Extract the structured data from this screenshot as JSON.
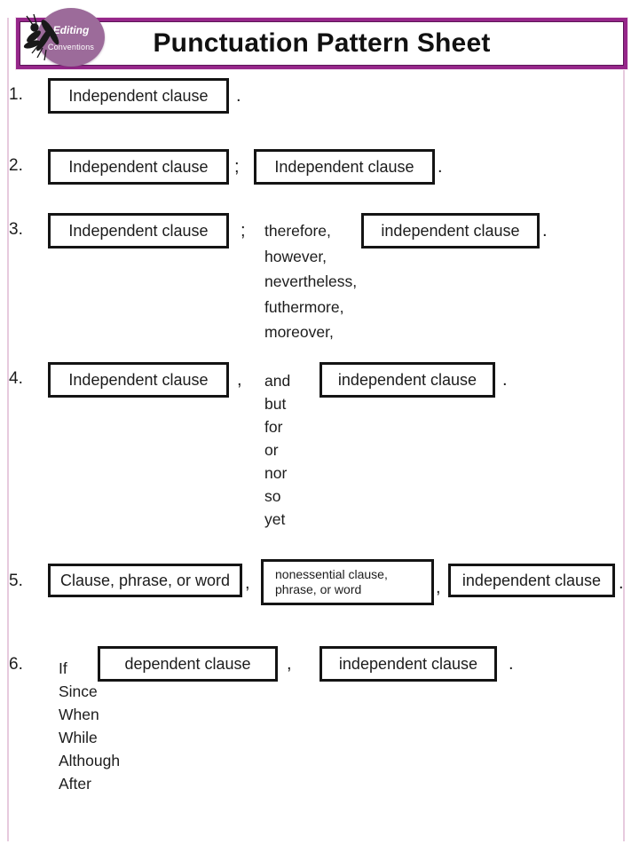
{
  "header": {
    "title": "Punctuation Pattern Sheet",
    "badge": {
      "top": "Editing",
      "bottom": "Conventions"
    }
  },
  "colors": {
    "accent": "#96278a",
    "accent_dark": "#5c1457",
    "badge_purple": "#9c6b9a",
    "frame_pink": "#e7cade",
    "box_border": "#141414",
    "text": "#1c1c1c"
  },
  "patterns": [
    {
      "number": "1.",
      "box1": "Independent clause",
      "end": "."
    },
    {
      "number": "2.",
      "box1": "Independent clause",
      "sep": ";",
      "box2": "Independent clause",
      "end": "."
    },
    {
      "number": "3.",
      "box1": "Independent clause",
      "sep": ";",
      "words": [
        "therefore,",
        "however,",
        "nevertheless,",
        "futhermore,",
        "moreover,"
      ],
      "box2": "independent clause",
      "end": "."
    },
    {
      "number": "4.",
      "box1": "Independent clause",
      "sep": ",",
      "words": [
        "and",
        "but",
        "for",
        "or",
        "nor",
        "so",
        "yet"
      ],
      "box2": "independent clause",
      "end": "."
    },
    {
      "number": "5.",
      "box1": "Clause, phrase, or word",
      "sep1": ",",
      "box2_line1": "nonessential clause,",
      "box2_line2": "phrase, or word",
      "sep2": ",",
      "box3": "independent clause",
      "end": "."
    },
    {
      "number": "6.",
      "words": [
        "If",
        "Since",
        "When",
        "While",
        "Although",
        "After"
      ],
      "box1": "dependent clause",
      "sep": ",",
      "box2": "independent clause",
      "end": "."
    }
  ]
}
